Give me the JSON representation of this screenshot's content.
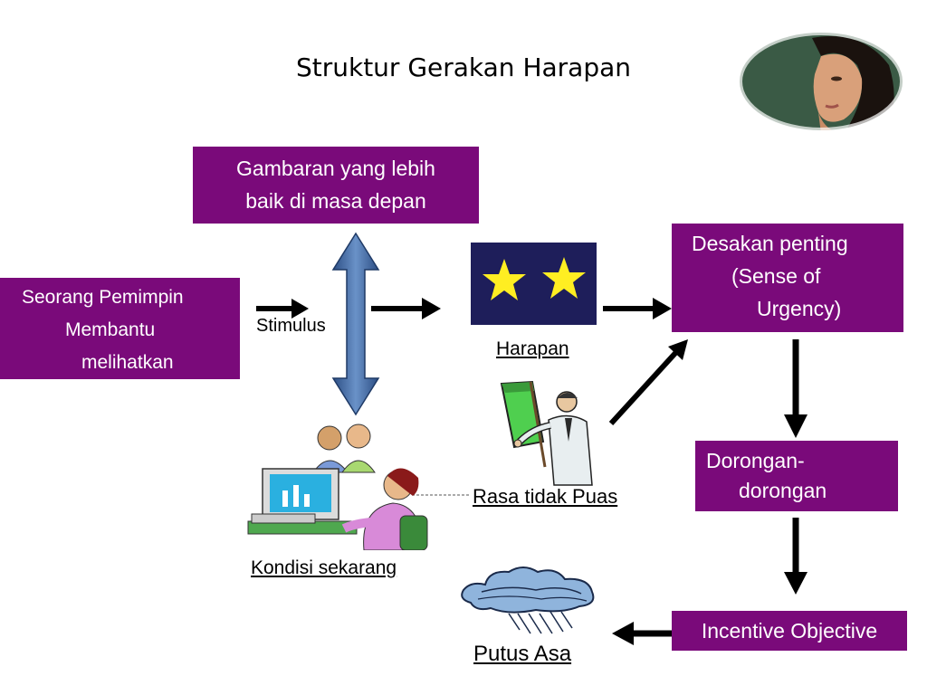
{
  "title": "Struktur Gerakan Harapan",
  "boxes": {
    "future": {
      "line1": "Gambaran yang lebih",
      "line2": "baik di masa depan"
    },
    "leader": {
      "line1": "Seorang Pemimpin",
      "line2": "Membantu",
      "line3": "melihatkan"
    },
    "urgency": {
      "line1": "Desakan penting",
      "line2": "(Sense of",
      "line3": "Urgency)"
    },
    "drives": {
      "line1": "Dorongan-",
      "line2": "dorongan"
    },
    "incentive": {
      "line1": "Incentive Objective"
    }
  },
  "labels": {
    "stimulus": "Stimulus",
    "harapan": "Harapan",
    "rasa_tidak_puas": "Rasa tidak Puas",
    "kondisi_sekarang": "Kondisi sekarang",
    "putus_asa": "Putus Asa"
  },
  "colors": {
    "box_fill": "#7a0a7a",
    "box_text": "#ffffff",
    "stars_bg": "#1e1e5a",
    "star": "#ffee22",
    "double_arrow": "#4a73a8"
  },
  "icons": [
    "woman-portrait-photo",
    "stars-icon",
    "teacher-presenting-icon",
    "office-workers-icon",
    "rain-cloud-icon"
  ]
}
